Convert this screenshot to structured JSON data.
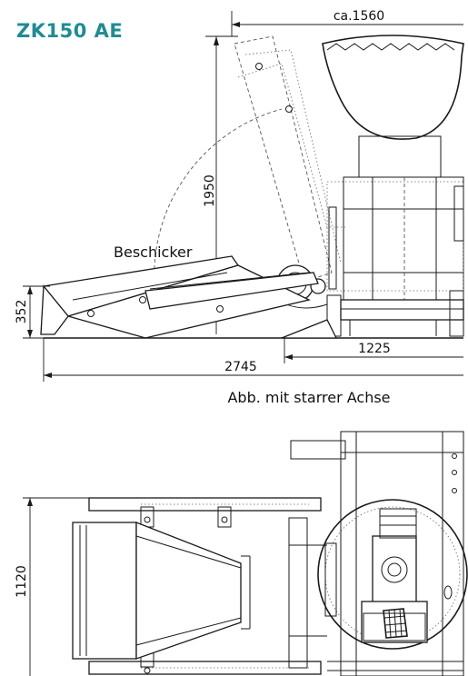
{
  "title": "ZK150 AE",
  "side_view": {
    "dim_top": "ca.1560",
    "dim_height": "1950",
    "dim_feeder_height": "352",
    "dim_base": "1225",
    "dim_total_length": "2745",
    "feeder_label": "Beschicker",
    "caption": "Abb. mit starrer Achse"
  },
  "top_view": {
    "dim_width": "1120"
  }
}
